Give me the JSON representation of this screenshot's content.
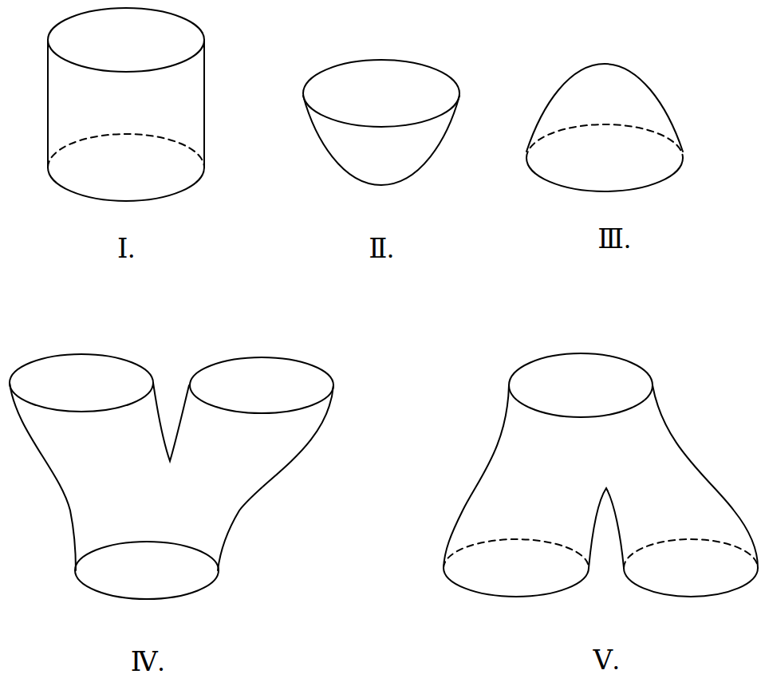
{
  "diagram": {
    "labels": [
      "Ⅰ.",
      "Ⅱ.",
      "Ⅲ.",
      "Ⅳ.",
      "Ⅴ."
    ]
  }
}
